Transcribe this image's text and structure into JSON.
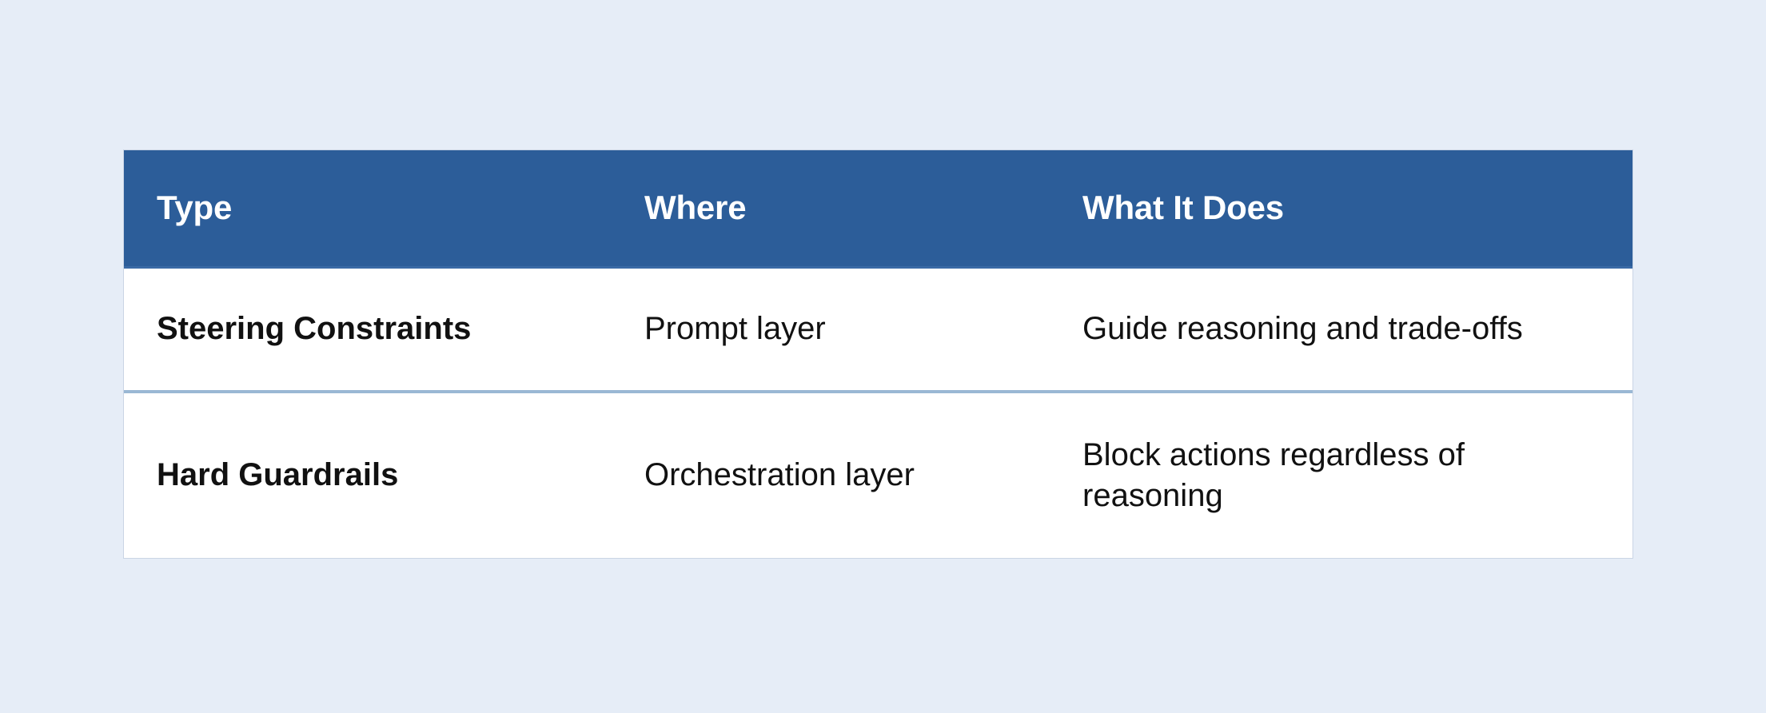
{
  "table": {
    "columns": [
      {
        "key": "type",
        "label": "Type"
      },
      {
        "key": "where",
        "label": "Where"
      },
      {
        "key": "whatitdoes",
        "label": "What It Does"
      }
    ],
    "rows": [
      {
        "type": "Steering Constraints",
        "where": "Prompt layer",
        "whatitdoes": "Guide reasoning and trade-offs"
      },
      {
        "type": "Hard Guardrails",
        "where": "Orchestration layer",
        "whatitdoes": "Block actions regardless of reasoning"
      }
    ]
  },
  "colors": {
    "page_background": "#e6edf7",
    "header_background": "#2c5d99",
    "header_text": "#ffffff",
    "row_background": "#ffffff",
    "row_divider": "#9ab8d4",
    "body_text": "#111111"
  }
}
